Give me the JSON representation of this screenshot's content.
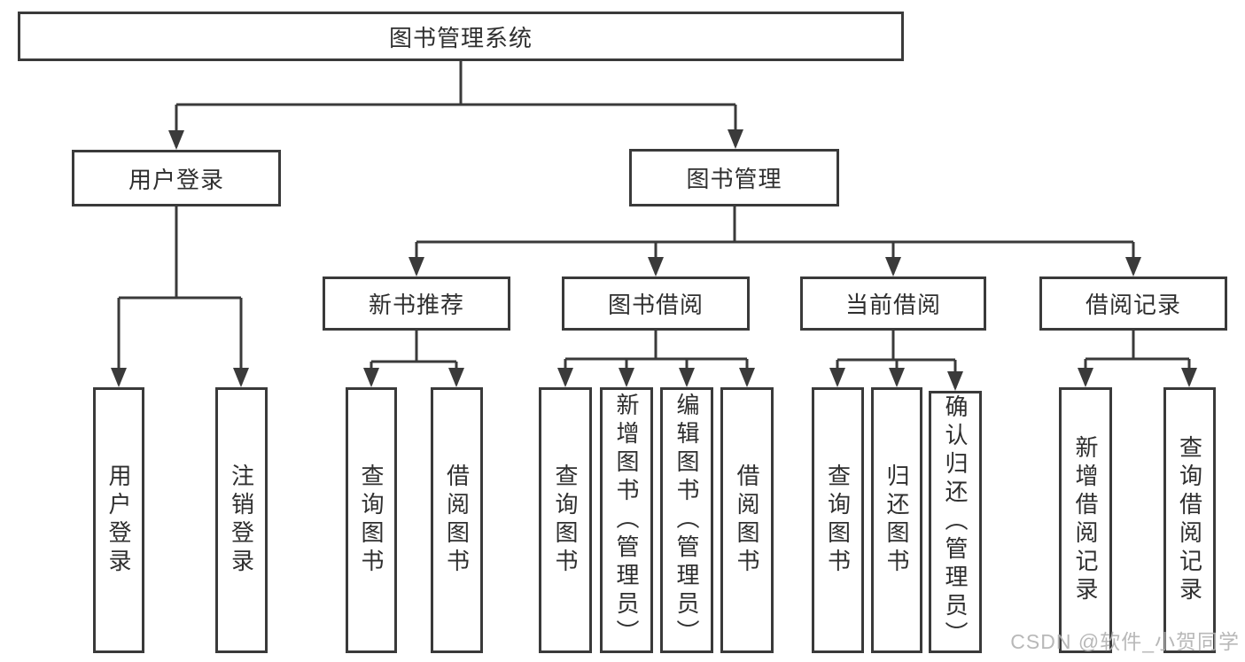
{
  "diagram": {
    "title": "图书管理系统",
    "line_color": "#3a3a3a",
    "text_color": "#2f2f2f",
    "background_color": "#ffffff",
    "watermark": "CSDN @软件_小贺同学",
    "branches": {
      "user_login": {
        "label": "用户登录",
        "children": [
          "用户登录",
          "注销登录"
        ]
      },
      "book_management": {
        "label": "图书管理",
        "sections": [
          {
            "label": "新书推荐",
            "children": [
              "查询图书",
              "借阅图书"
            ]
          },
          {
            "label": "图书借阅",
            "children": [
              "查询图书",
              "新增图书（管理员）",
              "编辑图书（管理员）",
              "借阅图书"
            ]
          },
          {
            "label": "当前借阅",
            "children": [
              "查询图书",
              "归还图书",
              "确认归还（管理员）"
            ]
          },
          {
            "label": "借阅记录",
            "children": [
              "新增借阅记录",
              "查询借阅记录"
            ]
          }
        ]
      }
    }
  }
}
